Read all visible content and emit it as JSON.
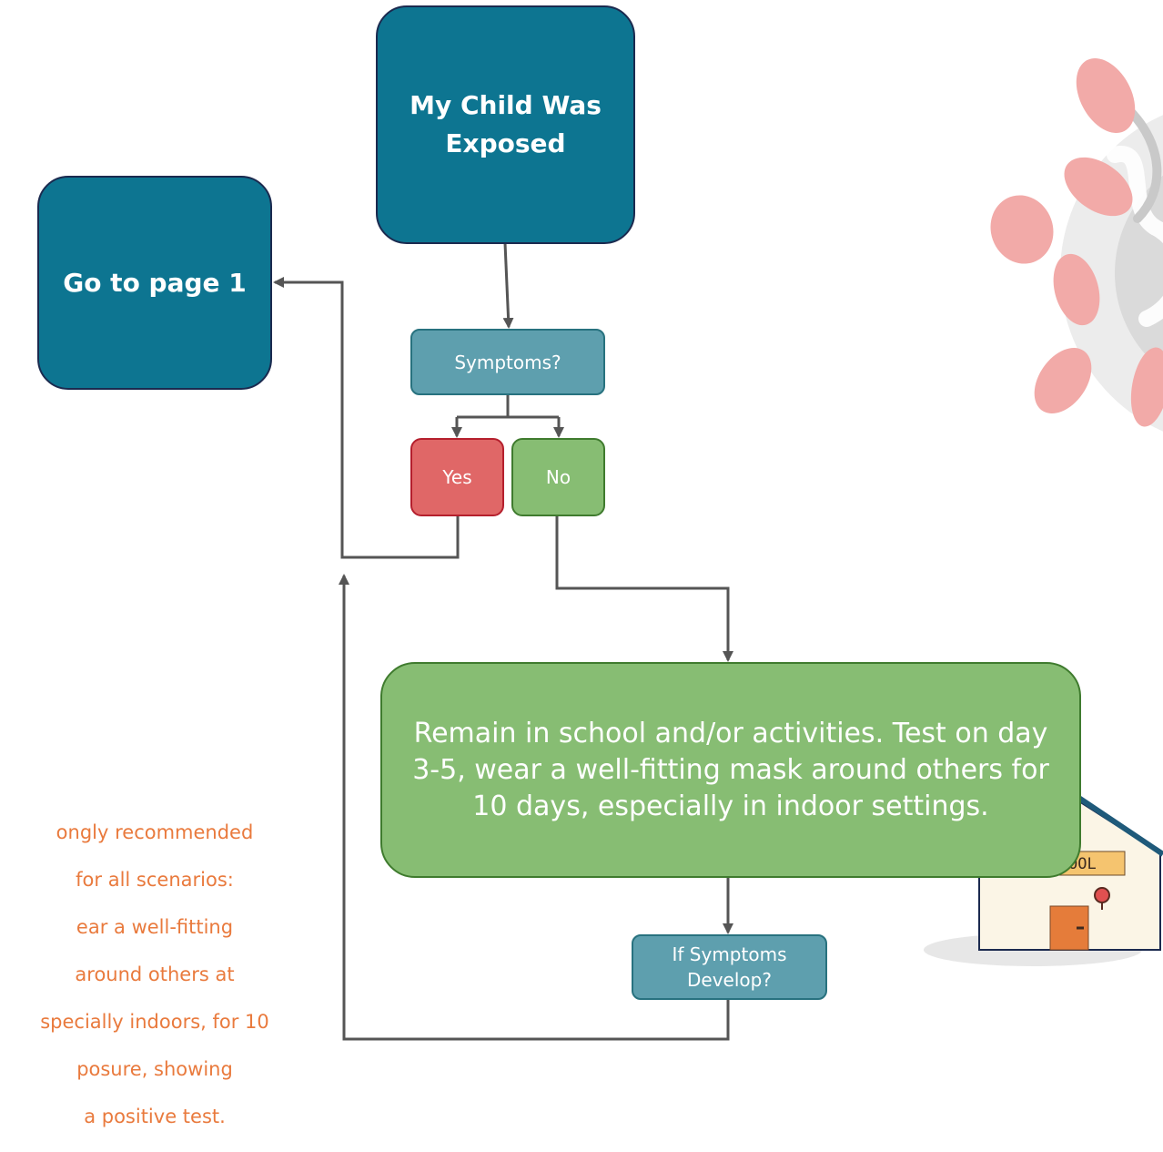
{
  "nodes": {
    "exposed": "My Child Was Exposed",
    "go_to_page": "Go to page 1",
    "symptoms": "Symptoms?",
    "yes": "Yes",
    "no": "No",
    "remain": "Remain in school and/or activities. Test on day 3-5, wear a well-fitting mask around others for 10 days, especially in indoor settings.",
    "if_symptoms": "If Symptoms Develop?"
  },
  "side_note": {
    "lines": [
      "ongly recommended",
      "for all scenarios:",
      "ear a well-fitting",
      "around others at",
      "specially indoors, for 10",
      "posure, showing",
      "a positive test."
    ]
  },
  "school": {
    "sign": "SCHOOL"
  },
  "colors": {
    "dark_node": "#0d7591",
    "teal_node": "#5e9fae",
    "yes_node": "#e06767",
    "no_node": "#87bd73",
    "connector": "#555555",
    "side_note": "#e97a3d"
  }
}
